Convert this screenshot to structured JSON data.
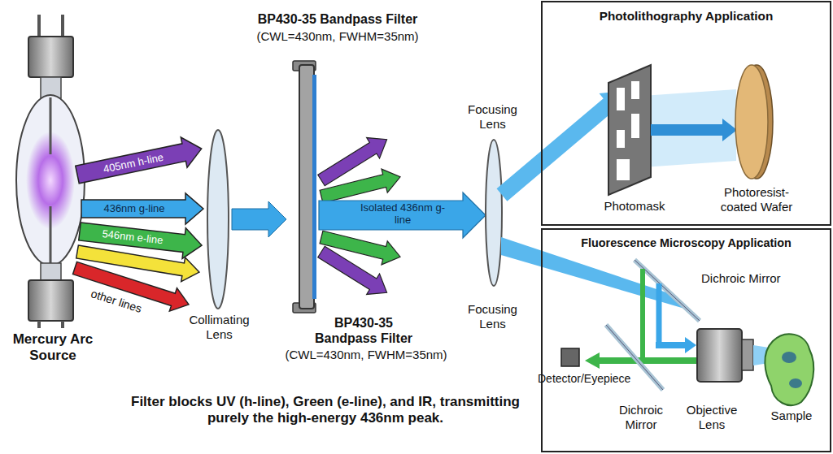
{
  "diagram": {
    "caption": "Filter blocks UV (h-line), Green (e-line), and IR, transmitting purely the high-energy 436nm peak.",
    "nodes": [
      {
        "text": [
          "Photolithography Application"
        ]
      },
      {
        "text": [
          "Fluorescence Microscopy Application"
        ]
      }
    ],
    "labels": [
      "405nm h-line",
      "436nm g-line",
      "546nm e-line",
      "other lines",
      "Mercury Arc Source",
      "Collimating Lens",
      "BP430-35 Bandpass Filter",
      "(CWL=430nm, FWHM=35nm)",
      "Isolated 436nm g-line",
      "BP430-35 Bandpass Filter",
      "(CWL=430nm, FWHM=35nm)",
      "Focusing Lens",
      "Focusing Lens",
      "Photomask",
      "Photoresist-coated Wafer",
      "Dichroic Mirror",
      "Detector/Eyepiece",
      "Dichroic Mirror",
      "Objective Lens",
      "Sample"
    ]
  }
}
